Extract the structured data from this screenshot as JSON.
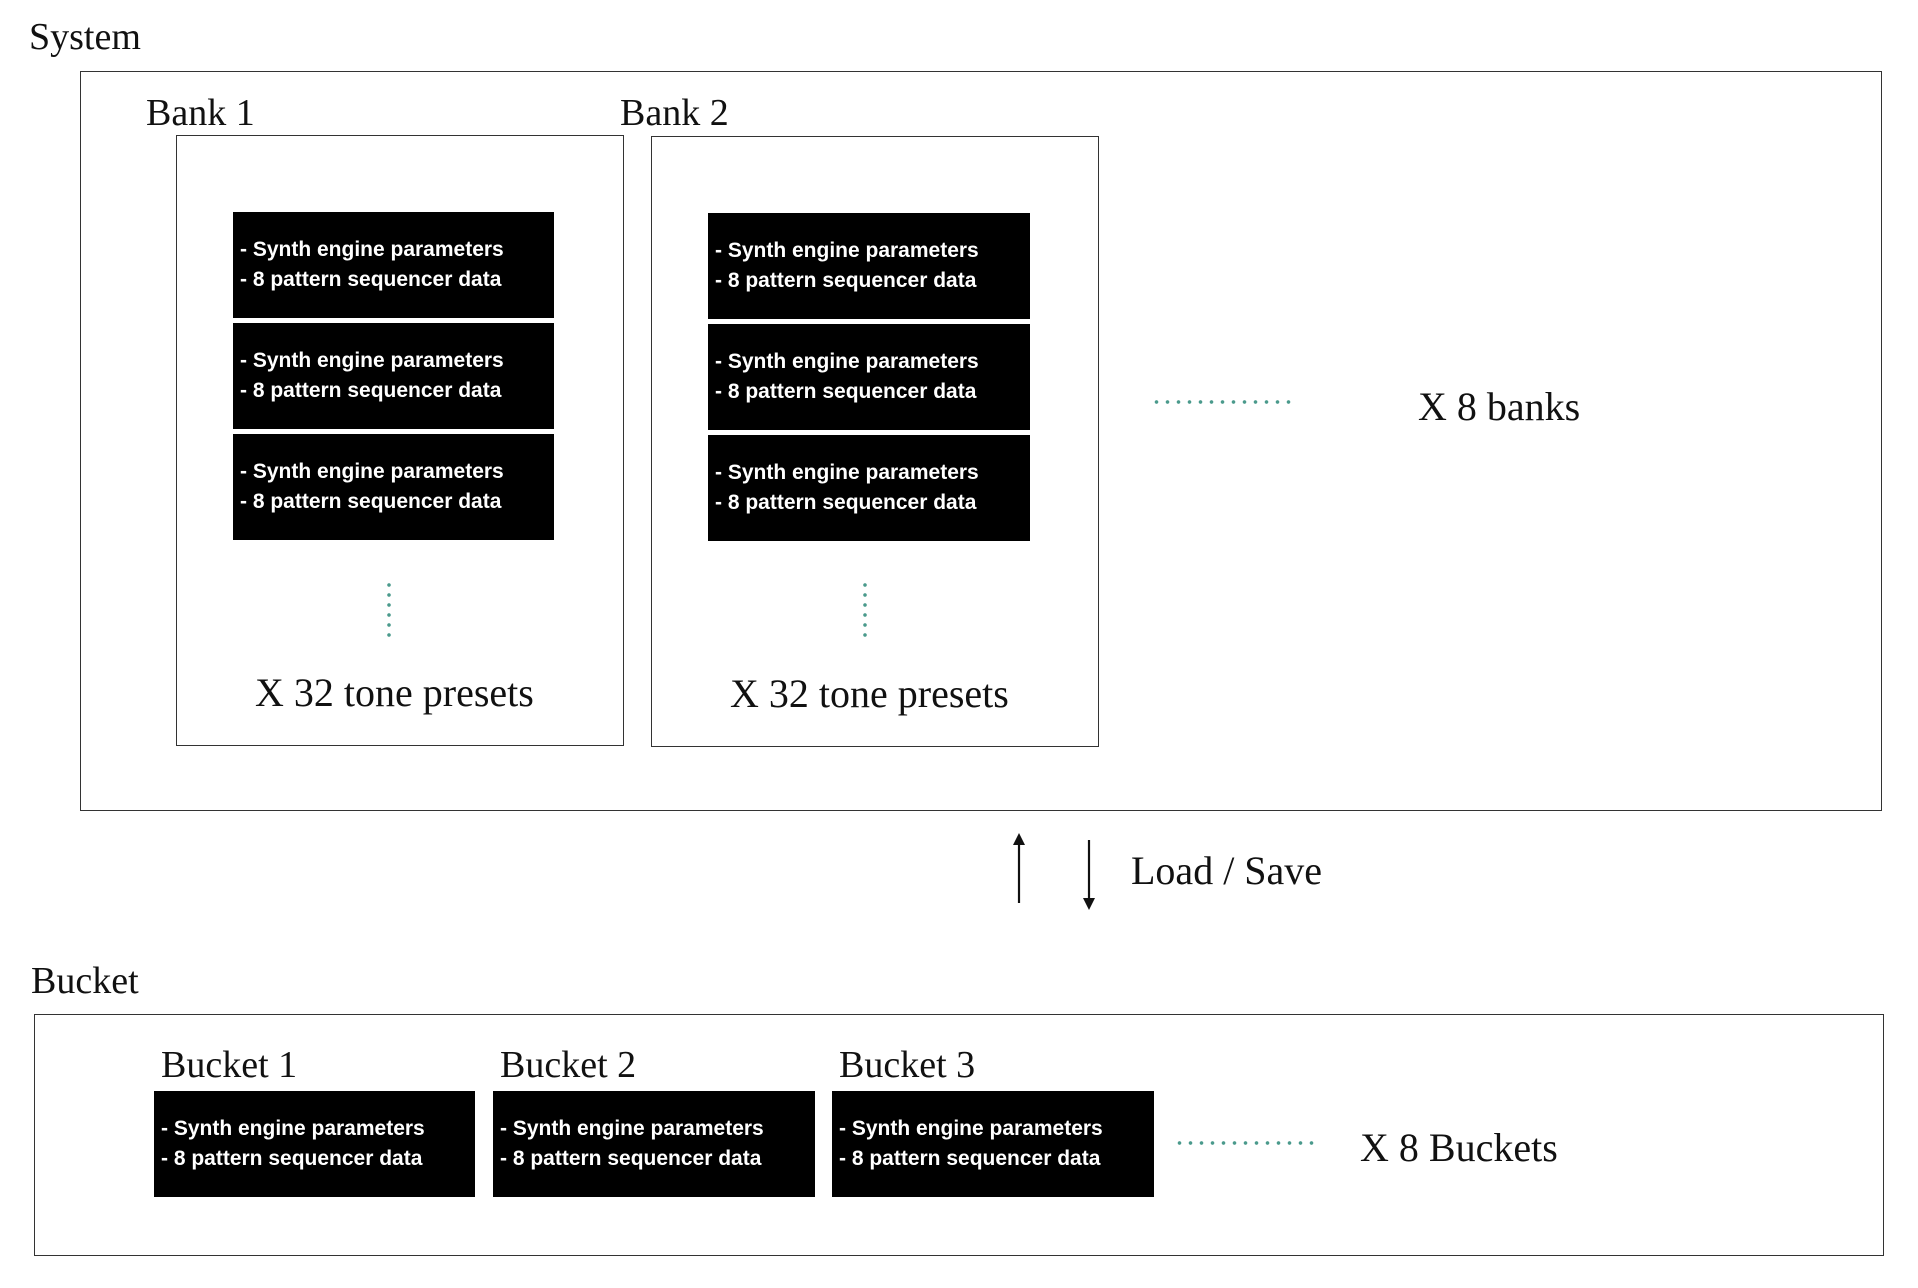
{
  "system": {
    "title": "System",
    "banks": [
      {
        "title": "Bank 1",
        "presets": [
          {
            "line1": "- Synth engine parameters",
            "line2": "- 8 pattern sequencer data"
          },
          {
            "line1": "- Synth engine parameters",
            "line2": "- 8 pattern sequencer data"
          },
          {
            "line1": "- Synth engine parameters",
            "line2": "- 8 pattern sequencer data"
          }
        ],
        "count_label": "X 32 tone presets"
      },
      {
        "title": "Bank 2",
        "presets": [
          {
            "line1": "- Synth engine parameters",
            "line2": "- 8 pattern sequencer data"
          },
          {
            "line1": "- Synth engine parameters",
            "line2": "- 8 pattern sequencer data"
          },
          {
            "line1": "- Synth engine parameters",
            "line2": "- 8 pattern sequencer data"
          }
        ],
        "count_label": "X 32 tone presets"
      }
    ],
    "count_label": "X 8  banks"
  },
  "transfer": {
    "label": "Load / Save"
  },
  "bucket": {
    "title": "Bucket",
    "items": [
      {
        "title": "Bucket 1",
        "line1": "- Synth engine parameters",
        "line2": "- 8 pattern sequencer data"
      },
      {
        "title": "Bucket 2",
        "line1": "- Synth engine parameters",
        "line2": "- 8 pattern sequencer data"
      },
      {
        "title": "Bucket 3",
        "line1": "- Synth engine parameters",
        "line2": "- 8 pattern sequencer data"
      }
    ],
    "count_label": "X 8  Buckets"
  },
  "colors": {
    "preset_block": "#000000",
    "preset_text": "#ffffff",
    "dots": "#4a9a8c",
    "frame": "#333333"
  }
}
